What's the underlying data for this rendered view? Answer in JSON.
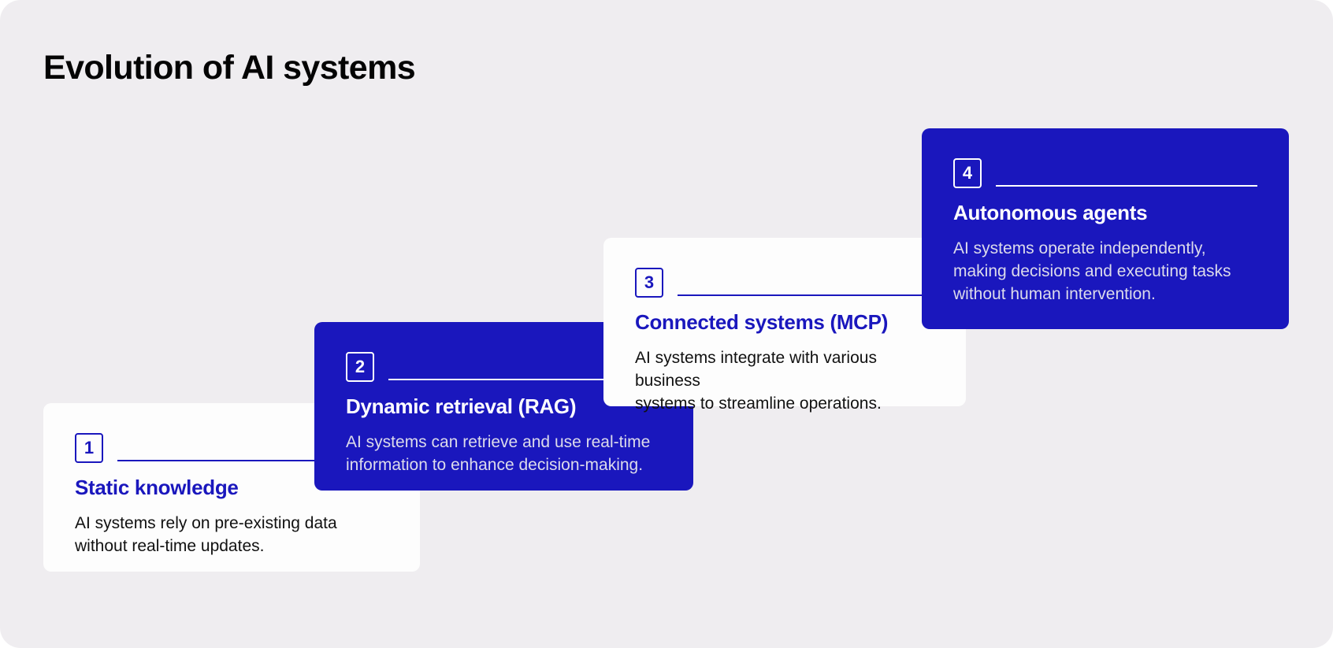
{
  "page": {
    "title": "Evolution of AI systems",
    "background_color": "#efedf0",
    "accent_blue": "#1a17bd",
    "card_white": "#fdfdfd",
    "title_color": "#040404",
    "blue_card_body_color": "#dcdbeb"
  },
  "cards": [
    {
      "number": "1",
      "title": "Static knowledge",
      "body": "AI systems rely on pre-existing data\nwithout real-time updates.",
      "style": "white"
    },
    {
      "number": "2",
      "title": "Dynamic retrieval (RAG)",
      "body": "AI systems can retrieve and use real-time\ninformation to enhance decision-making.",
      "style": "blue"
    },
    {
      "number": "3",
      "title": "Connected systems (MCP)",
      "body": "AI systems integrate with various business\nsystems to streamline operations.",
      "style": "white"
    },
    {
      "number": "4",
      "title": "Autonomous agents",
      "body": "AI systems operate independently,\nmaking decisions and executing tasks\nwithout human intervention.",
      "style": "blue"
    }
  ]
}
